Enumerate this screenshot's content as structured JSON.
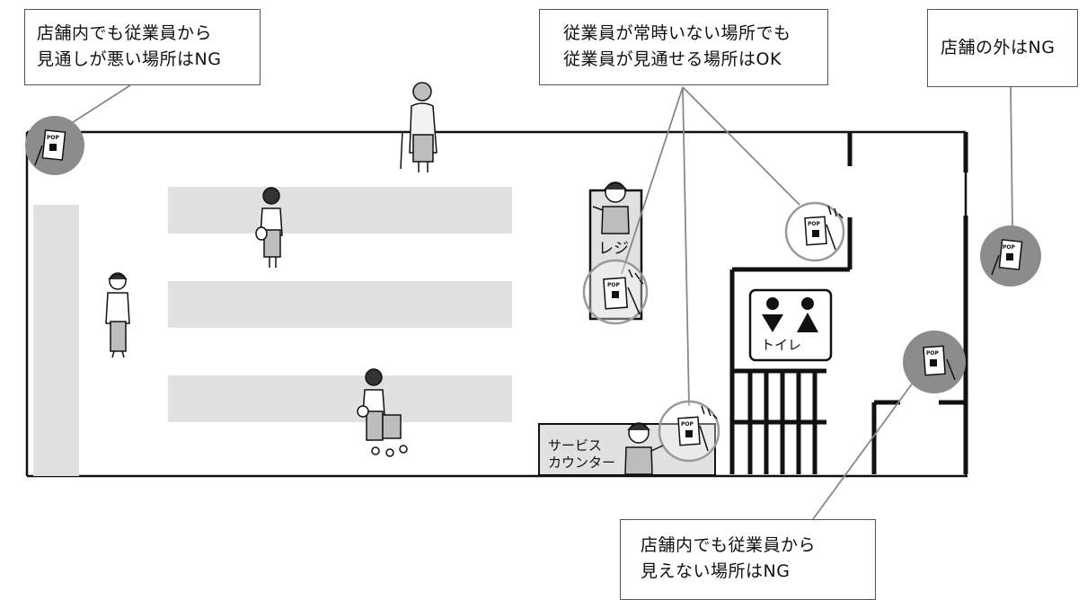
{
  "callouts": {
    "top_left": [
      "店舗内でも従業員から",
      "見通しが悪い場所はNG"
    ],
    "top_center": [
      "従業員が常時いない場所でも",
      "従業員が見通せる場所はOK"
    ],
    "top_right": [
      "店舗の外はNG"
    ],
    "bottom": [
      "店舗内でも従業員から",
      "見えない場所はNG"
    ]
  },
  "labels": {
    "register": "レジ",
    "service_counter": [
      "サービス",
      "カウンター"
    ],
    "toilet": "トイレ",
    "pop": "POP"
  },
  "colors": {
    "wall": "#111111",
    "shelf": "#e1e1e1",
    "ng_circle": "#8c8c8c",
    "ok_ring": "#9a9a9a",
    "leader": "#888888"
  }
}
